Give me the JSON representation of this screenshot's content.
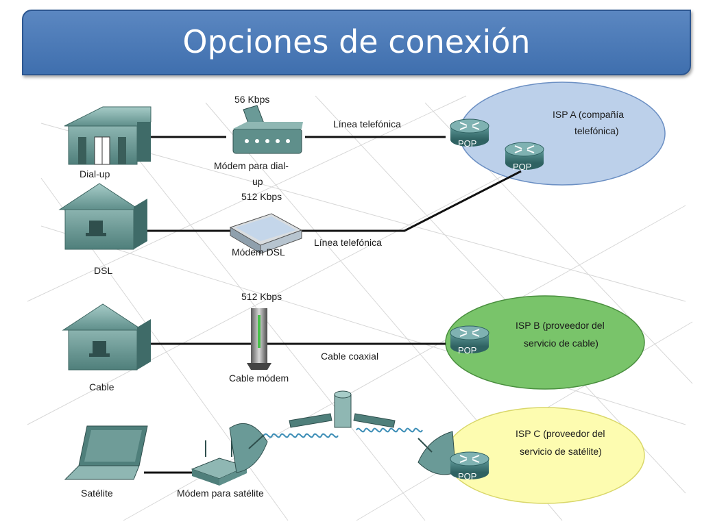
{
  "title": "Opciones de conexión",
  "rows": {
    "dialup": {
      "user_label": "Dial-up",
      "speed": "56 Kbps",
      "device_line1": "Módem para dial-",
      "device_line2": "up",
      "link_label": "Línea telefónica"
    },
    "dsl": {
      "user_label": "DSL",
      "speed": "512 Kbps",
      "device_label": "Módem DSL",
      "link_label": "Línea telefónica"
    },
    "cable": {
      "user_label": "Cable",
      "speed": "512 Kbps",
      "device_label": "Cable módem",
      "link_label": "Cable coaxial"
    },
    "satellite": {
      "user_label": "Satélite",
      "device_label": "Módem para satélite"
    }
  },
  "isps": {
    "a": {
      "line1": "ISP A (compañía",
      "line2": "telefónica)",
      "color": "#bcd0ea"
    },
    "b": {
      "line1": "ISP B (proveedor del",
      "line2": "servicio de cable)",
      "color": "#79c46a"
    },
    "c": {
      "line1": "ISP C (proveedor del",
      "line2": "servicio de satélite)",
      "color": "#fdfcb0"
    }
  },
  "pop_label": "POP"
}
